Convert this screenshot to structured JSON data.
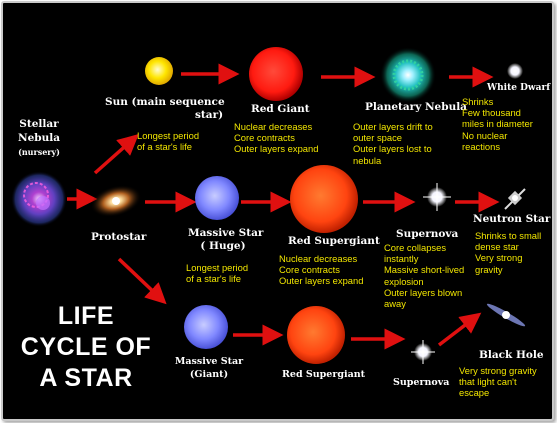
{
  "stages": {
    "stellar_nebula": {
      "name": "Stellar Nebula",
      "sub": "(nursery)"
    },
    "protostar": {
      "name": "Protostar"
    },
    "sun": {
      "name_line1": "Sun  (main sequence",
      "name_line2": "star)",
      "notes": [
        "Longest period",
        "of a star's life"
      ]
    },
    "red_giant": {
      "name": "Red Giant",
      "notes": [
        "Nuclear decreases",
        "Core contracts",
        "Outer layers expand"
      ]
    },
    "planetary_nebula": {
      "name": "Planetary Nebula",
      "notes": [
        "Outer layers drift to",
        "outer space",
        "Outer layers lost to",
        "nebula"
      ]
    },
    "white_dwarf": {
      "name": "White Dwarf",
      "notes": [
        "Shrinks",
        "Few thousand",
        "miles in diameter",
        "No nuclear",
        "reactions"
      ]
    },
    "massive_star_huge": {
      "name_line1": "Massive  Star",
      "name_line2": "( Huge)",
      "notes": [
        "Longest period",
        "of a star's life"
      ]
    },
    "red_supergiant_1": {
      "name": "Red Supergiant",
      "notes": [
        "Nuclear decreases",
        "Core contracts",
        "Outer layers expand"
      ]
    },
    "supernova_1": {
      "name": "Supernova",
      "notes": [
        "Core collapses",
        "instantly",
        "Massive short-lived",
        "explosion",
        "Outer layers blown",
        "away"
      ]
    },
    "neutron_star": {
      "name": "Neutron Star",
      "notes": [
        "Shrinks to small",
        "dense star",
        "Very strong",
        "gravity"
      ]
    },
    "massive_star_giant": {
      "name_line1": "Massive  Star",
      "name_line2": "(Giant)"
    },
    "red_supergiant_2": {
      "name": "Red Supergiant"
    },
    "supernova_2": {
      "name": "Supernova"
    },
    "black_hole": {
      "name": "Black Hole",
      "notes": [
        "Very strong gravity",
        "that light can't",
        "escape"
      ]
    }
  },
  "title": [
    "LIFE",
    "CYCLE OF",
    "A STAR"
  ],
  "colors": {
    "background": "#000000",
    "label_text": "#ffffff",
    "note_text": "#f2e600",
    "arrow": "#e01010"
  }
}
